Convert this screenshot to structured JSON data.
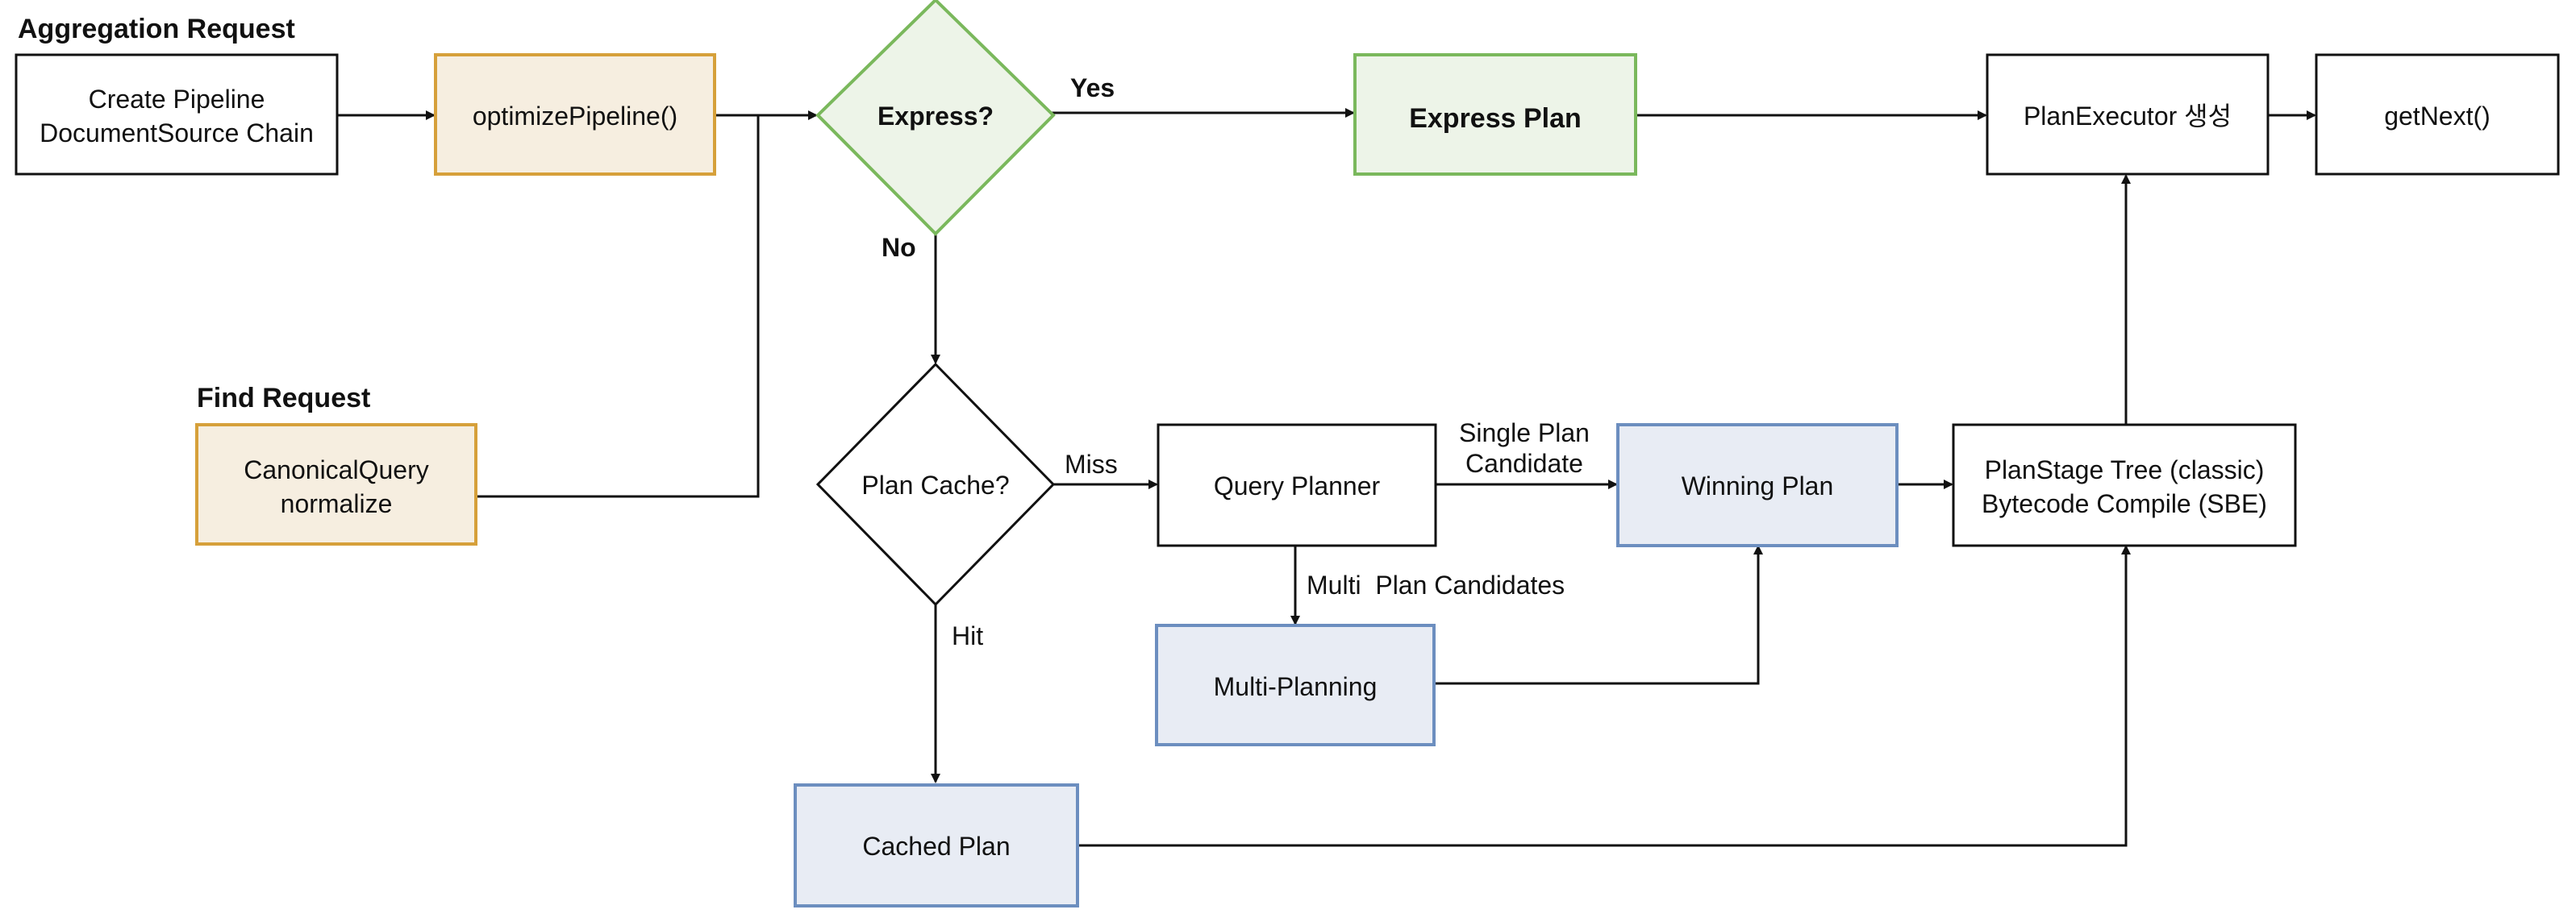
{
  "sections": {
    "aggregation_title": "Aggregation Request",
    "find_title": "Find Request"
  },
  "nodes": {
    "create_pipeline": {
      "line1": "Create Pipeline",
      "line2": "DocumentSource Chain"
    },
    "optimize_pipeline": "optimizePipeline()",
    "express_decision": "Express?",
    "express_plan": "Express Plan",
    "plan_executor": "PlanExecutor 생성",
    "get_next": "getNext()",
    "canonical_query": {
      "line1": "CanonicalQuery",
      "line2": "normalize"
    },
    "plan_cache": "Plan Cache?",
    "query_planner": "Query Planner",
    "winning_plan": "Winning Plan",
    "plan_stage_tree": {
      "line1": "PlanStage Tree (classic)",
      "line2": "Bytecode Compile (SBE)"
    },
    "multi_planning": "Multi-Planning",
    "cached_plan": "Cached Plan"
  },
  "edge_labels": {
    "yes": "Yes",
    "no": "No",
    "miss": "Miss",
    "hit": "Hit",
    "single_plan": {
      "line1": "Single Plan",
      "line2": "Candidate"
    },
    "multi_plan": "Multi  Plan Candidates"
  },
  "colors": {
    "stroke_default": "#111111",
    "orange_stroke": "#d6a03a",
    "orange_fill": "#f6eee0",
    "green_stroke": "#7ab85c",
    "green_fill": "#edf4e8",
    "blue_stroke": "#6c8ebf",
    "blue_fill": "#e8ecf4"
  }
}
